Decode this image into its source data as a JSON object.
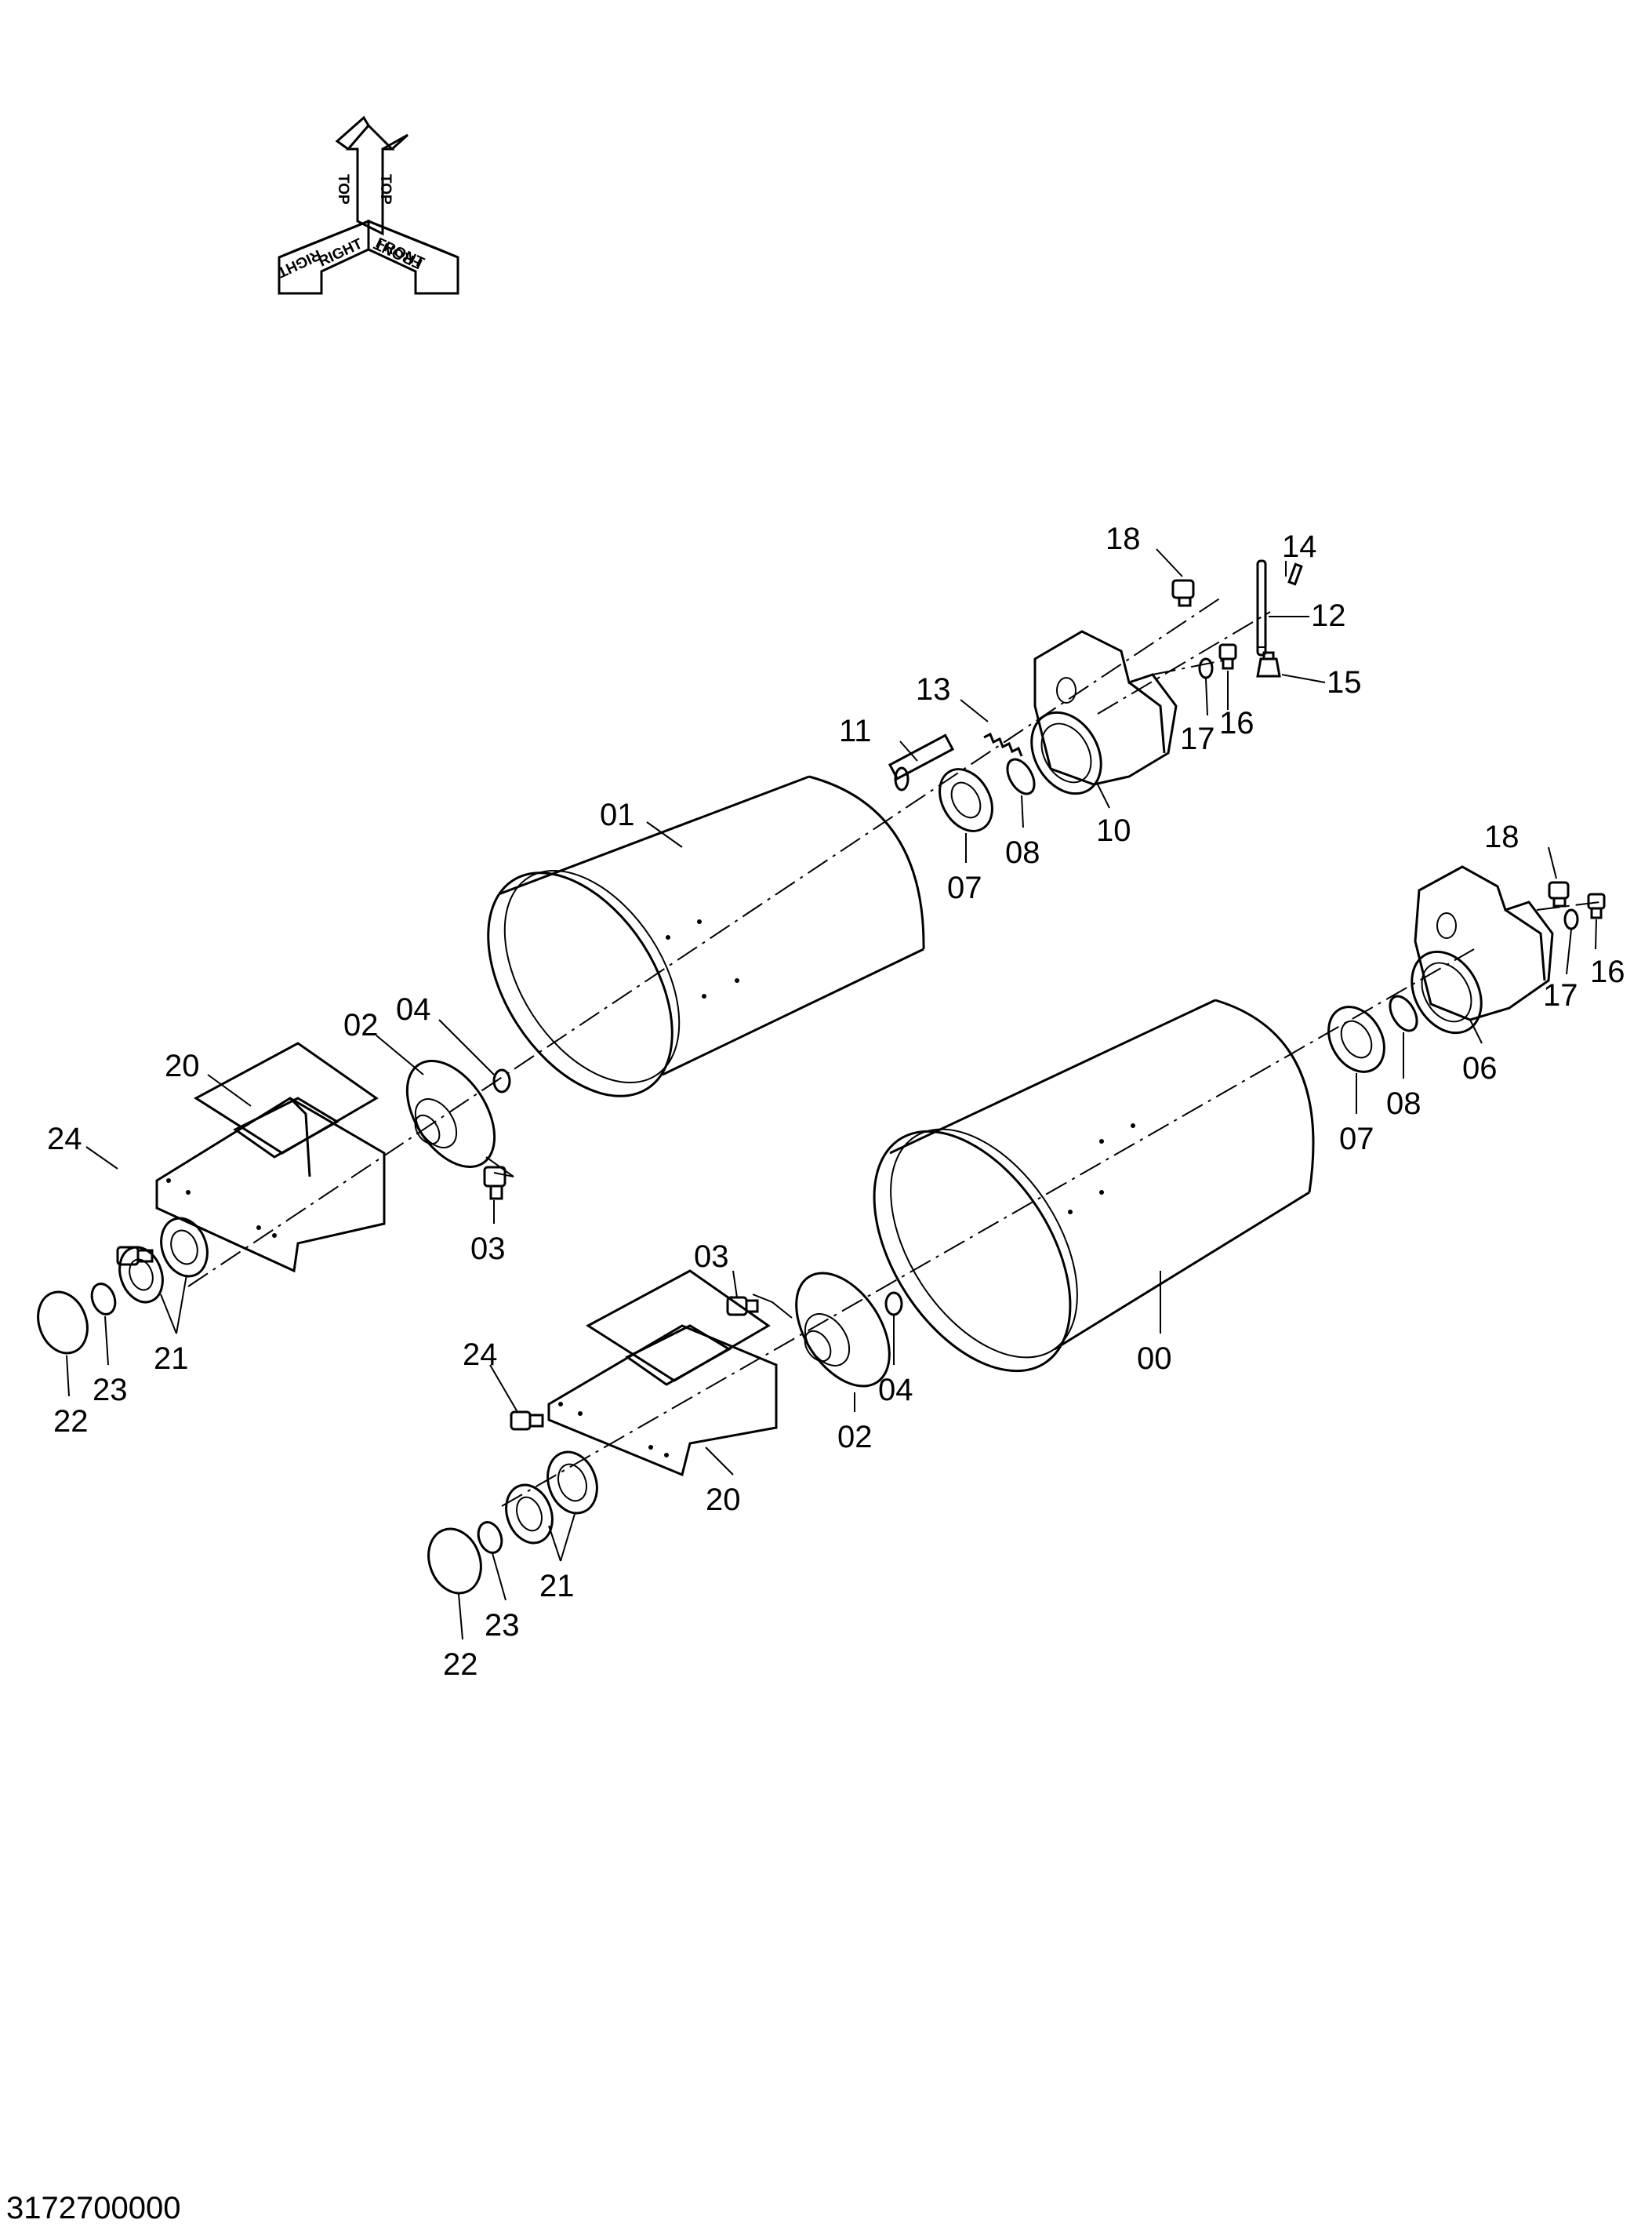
{
  "orientation": {
    "top": "TOP",
    "right": "RIGHT",
    "front": "FRONT"
  },
  "callouts": {
    "c01": "01",
    "c02a": "02",
    "c02b": "02",
    "c03a": "03",
    "c03b": "03",
    "c04a": "04",
    "c04b": "04",
    "c00": "00",
    "c06": "06",
    "c07a": "07",
    "c07b": "07",
    "c08a": "08",
    "c08b": "08",
    "c10": "10",
    "c11": "11",
    "c12": "12",
    "c13": "13",
    "c14": "14",
    "c15": "15",
    "c16a": "16",
    "c16b": "16",
    "c17a": "17",
    "c17b": "17",
    "c18a": "18",
    "c18b": "18",
    "c20a": "20",
    "c20b": "20",
    "c21a": "21",
    "c21b": "21",
    "c22a": "22",
    "c22b": "22",
    "c23a": "23",
    "c23b": "23",
    "c24a": "24",
    "c24b": "24"
  },
  "document_number": "3172700000"
}
